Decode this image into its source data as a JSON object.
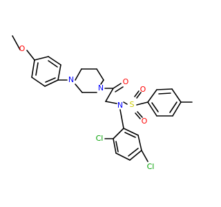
{
  "molecule": {
    "atoms": {
      "o_methoxy": "O",
      "n_piperazine_top": "N",
      "n_piperazine_bottom": "N",
      "o_carbonyl": "O",
      "n_sulfonamide": "N",
      "s_sulfonyl": "S",
      "o_sulfonyl_top": "O",
      "o_sulfonyl_bottom": "O",
      "cl_ortho": "Cl",
      "cl_meta": "Cl"
    }
  },
  "colors": {
    "bond": "#000000",
    "oxygen": "#ff0000",
    "nitrogen": "#0000ff",
    "sulfur": "#cccc00",
    "chlorine": "#00a000",
    "background": "#ffffff"
  }
}
